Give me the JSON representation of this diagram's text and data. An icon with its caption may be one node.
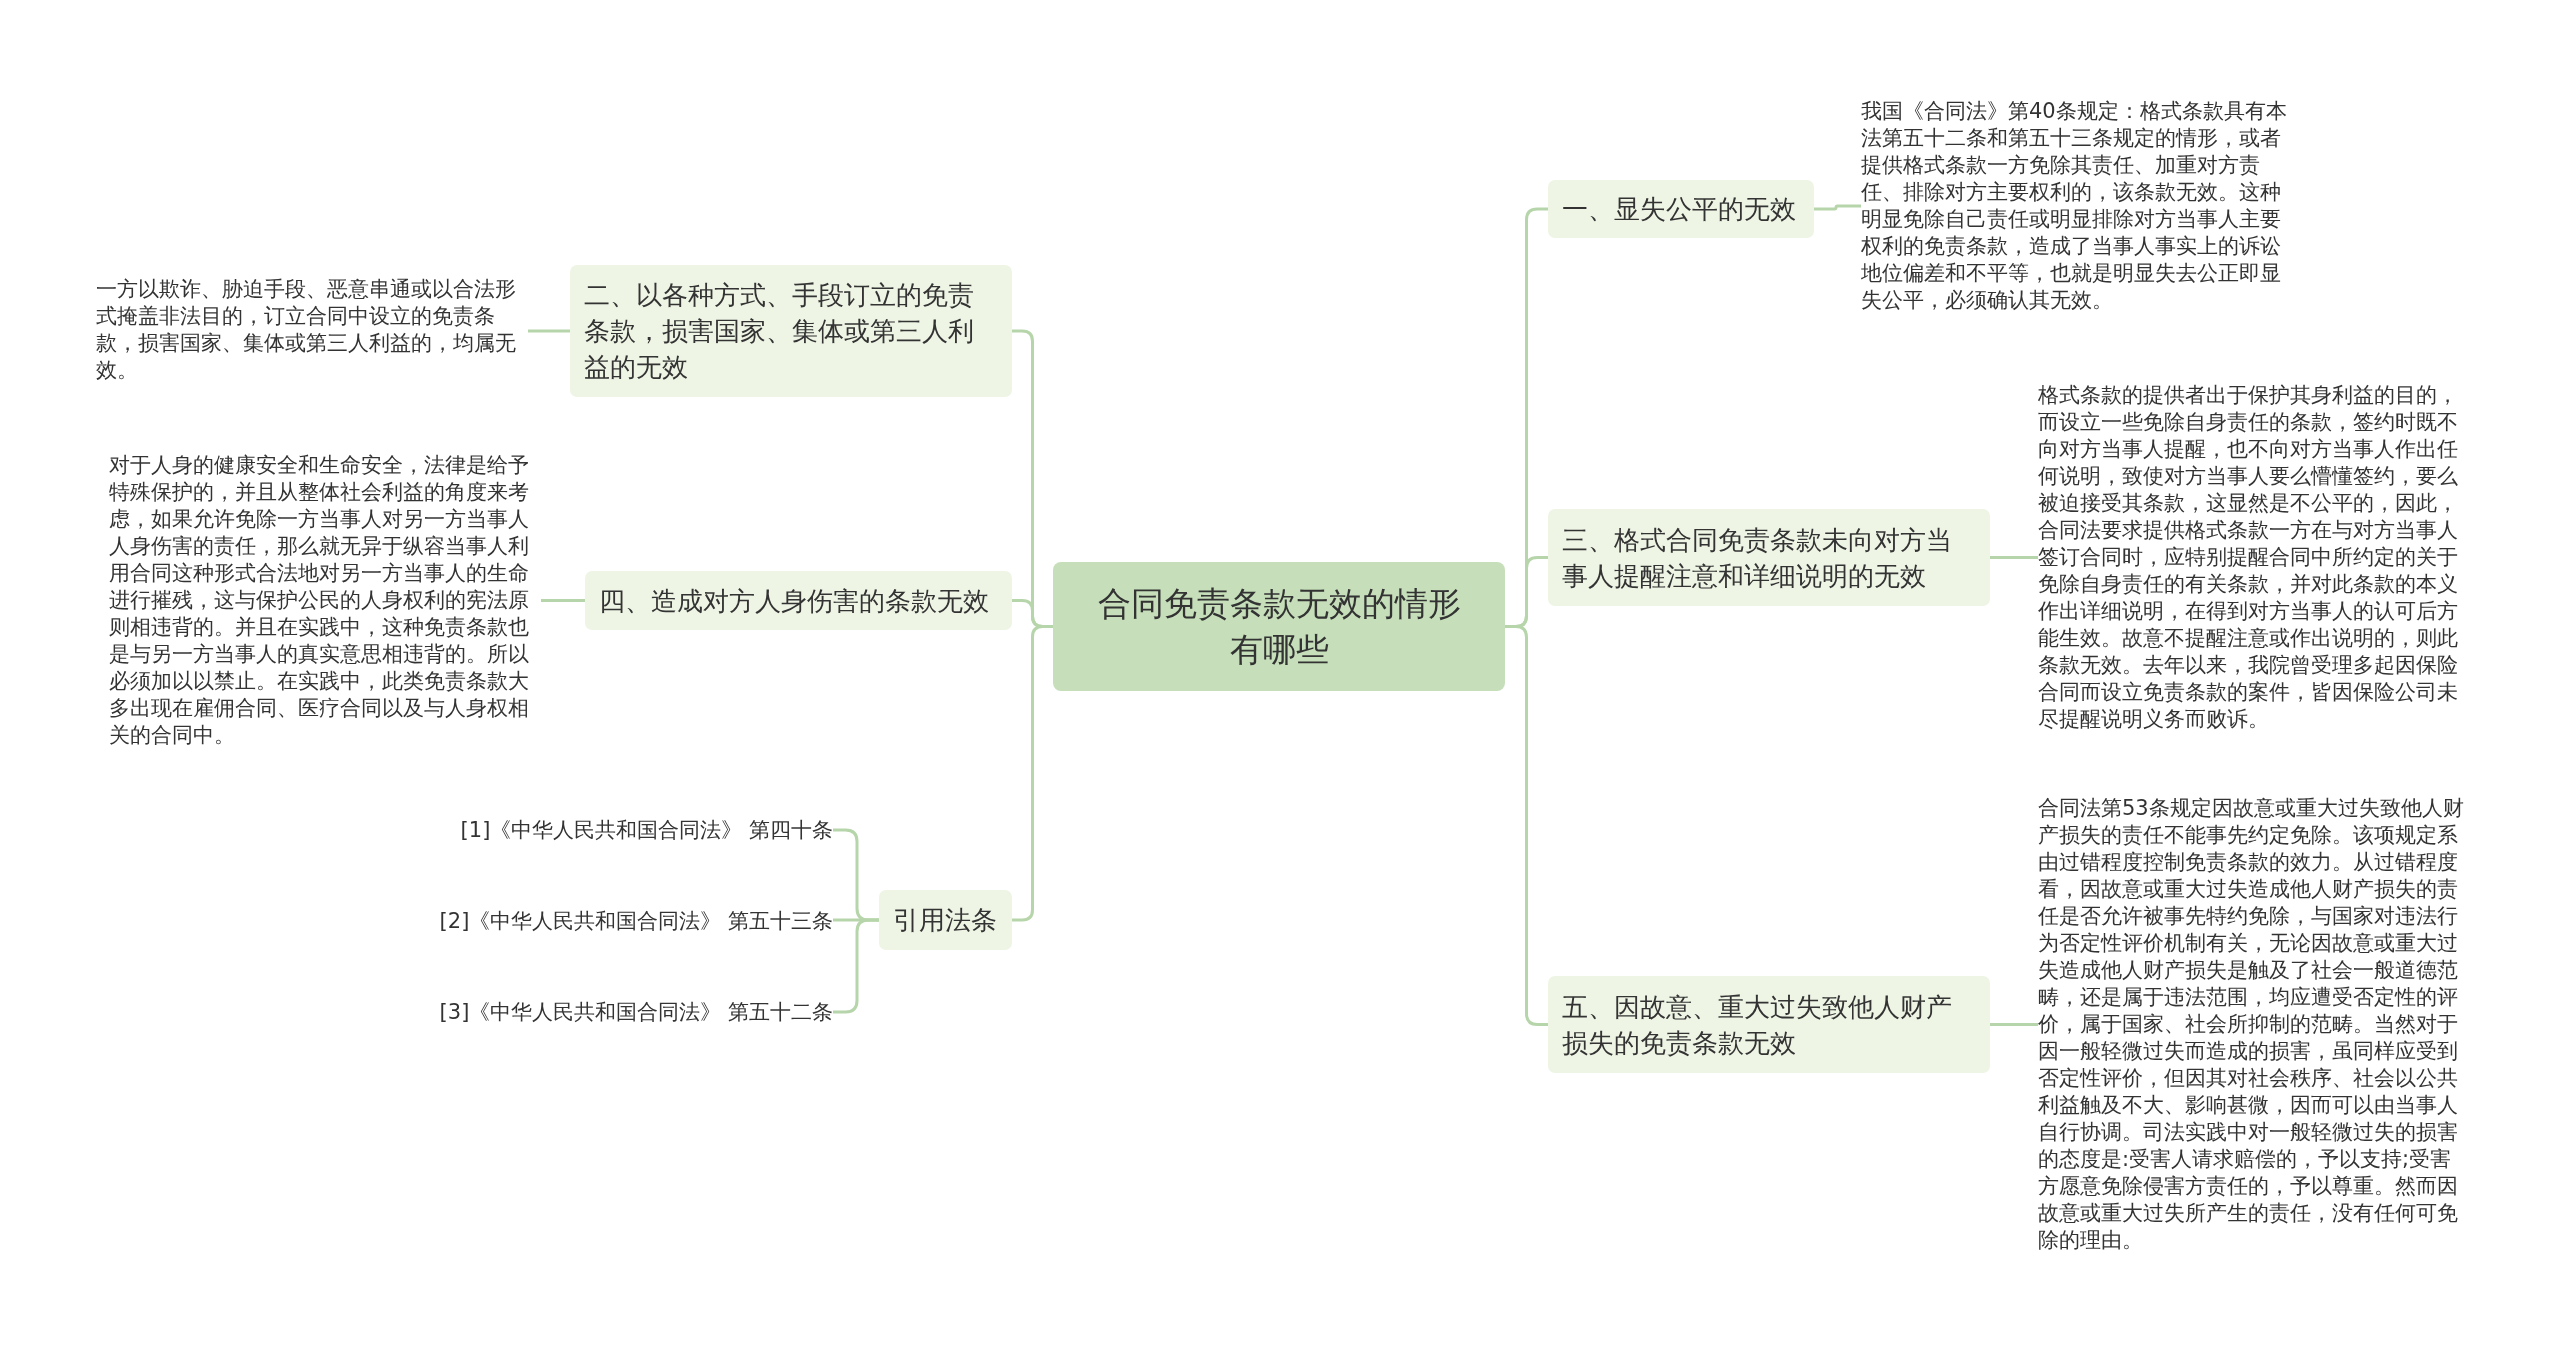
{
  "diagram": {
    "nodes": [
      {
        "text": [
          "合同免责条款无效的情形有哪些"
        ]
      },
      {
        "text": [
          "一、显失公平的无效"
        ]
      },
      {
        "text": [
          "我国《合同法》第40条规定：格式条款具有本法第五十二条和第五十三条规定的情形，或者提供格式条款一方免除其责任、加重对方责任、排除对方主要权利的，该条款无效。这种明显免除自己责任或明显排除对方当事人主要权利的免责条款，造成了当事人事实上的诉讼地位偏差和不平等，也就是明显失去公正即显失公平，必须确认其无效。"
        ]
      },
      {
        "text": [
          "三、格式合同免责条款未向对方当事人提醒注意和详细说明的无效"
        ]
      },
      {
        "text": [
          "格式条款的提供者出于保护其身利益的目的，而设立一些免除自身责任的条款，签约时既不向对方当事人提醒，也不向对方当事人作出任何说明，致使对方当事人要么懵懂签约，要么被迫接受其条款，这显然是不公平的，因此，合同法要求提供格式条款一方在与对方当事人签订合同时，应特别提醒合同中所约定的关于免除自身责任的有关条款，并对此条款的本义作出详细说明，在得到对方当事人的认可后方能生效。故意不提醒注意或作出说明的，则此条款无效。去年以来，我院曾受理多起因保险合同而设立免责条款的案件，皆因保险公司未尽提醒说明义务而败诉。"
        ]
      },
      {
        "text": [
          "五、因故意、重大过失致他人财产损失的免责条款无效"
        ]
      },
      {
        "text": [
          "合同法第53条规定因故意或重大过失致他人财产损失的责任不能事先约定免除。该项规定系由过错程度控制免责条款的效力。从过错程度看，因故意或重大过失造成他人财产损失的责任是否允许被事先特约免除，与国家对违法行为否定性评价机制有关，无论因故意或重大过失造成他人财产损失是触及了社会一般道德范畴，还是属于违法范围，均应遭受否定性的评价，属于国家、社会所抑制的范畴。当然对于因一般轻微过失而造成的损害，虽同样应受到否定性评价，但因其对社会秩序、社会以公共利益触及不大、影响甚微，因而可以由当事人自行协调。司法实践中对一般轻微过失的损害的态度是:受害人请求赔偿的，予以支持;受害方愿意免除侵害方责任的，予以尊重。然而因故意或重大过失所产生的责任，没有任何可免除的理由。"
        ]
      },
      {
        "text": [
          "二、以各种方式、手段订立的免责条款，损害国家、集体或第三人利益的无效"
        ]
      },
      {
        "text": [
          "一方以欺诈、胁迫手段、恶意串通或以合法形式掩盖非法目的，订立合同中设立的免责条款，损害国家、集体或第三人利益的，均属无效。"
        ]
      },
      {
        "text": [
          "四、造成对方人身伤害的条款无效"
        ]
      },
      {
        "text": [
          "对于人身的健康安全和生命安全，法律是给予特殊保护的，并且从整体社会利益的角度来考虑，如果允许免除一方当事人对另一方当事人人身伤害的责任，那么就无异于纵容当事人利用合同这种形式合法地对另一方当事人的生命进行摧残，这与保护公民的人身权利的宪法原则相违背的。并且在实践中，这种免责条款也是与另一方当事人的真实意思相违背的。所以必须加以以禁止。在实践中，此类免责条款大多出现在雇佣合同、医疗合同以及与人身权相关的合同中。"
        ]
      },
      {
        "text": [
          "引用法条"
        ]
      },
      {
        "text": [
          "[1]《中华人民共和国合同法》 第四十条"
        ]
      },
      {
        "text": [
          "[2]《中华人民共和国合同法》 第五十三条"
        ]
      },
      {
        "text": [
          "[3]《中华人民共和国合同法》 第五十二条"
        ]
      }
    ],
    "edges": [
      {
        "from": 0,
        "to": 1,
        "arrow": "none"
      },
      {
        "from": 1,
        "to": 2,
        "arrow": "none"
      },
      {
        "from": 0,
        "to": 3,
        "arrow": "none"
      },
      {
        "from": 3,
        "to": 4,
        "arrow": "none"
      },
      {
        "from": 0,
        "to": 5,
        "arrow": "none"
      },
      {
        "from": 5,
        "to": 6,
        "arrow": "none"
      },
      {
        "from": 0,
        "to": 7,
        "arrow": "none"
      },
      {
        "from": 7,
        "to": 8,
        "arrow": "none"
      },
      {
        "from": 0,
        "to": 9,
        "arrow": "none"
      },
      {
        "from": 9,
        "to": 10,
        "arrow": "none"
      },
      {
        "from": 0,
        "to": 11,
        "arrow": "none"
      },
      {
        "from": 11,
        "to": 12,
        "arrow": "none"
      },
      {
        "from": 11,
        "to": 13,
        "arrow": "none"
      },
      {
        "from": 11,
        "to": 14,
        "arrow": "none"
      }
    ]
  }
}
